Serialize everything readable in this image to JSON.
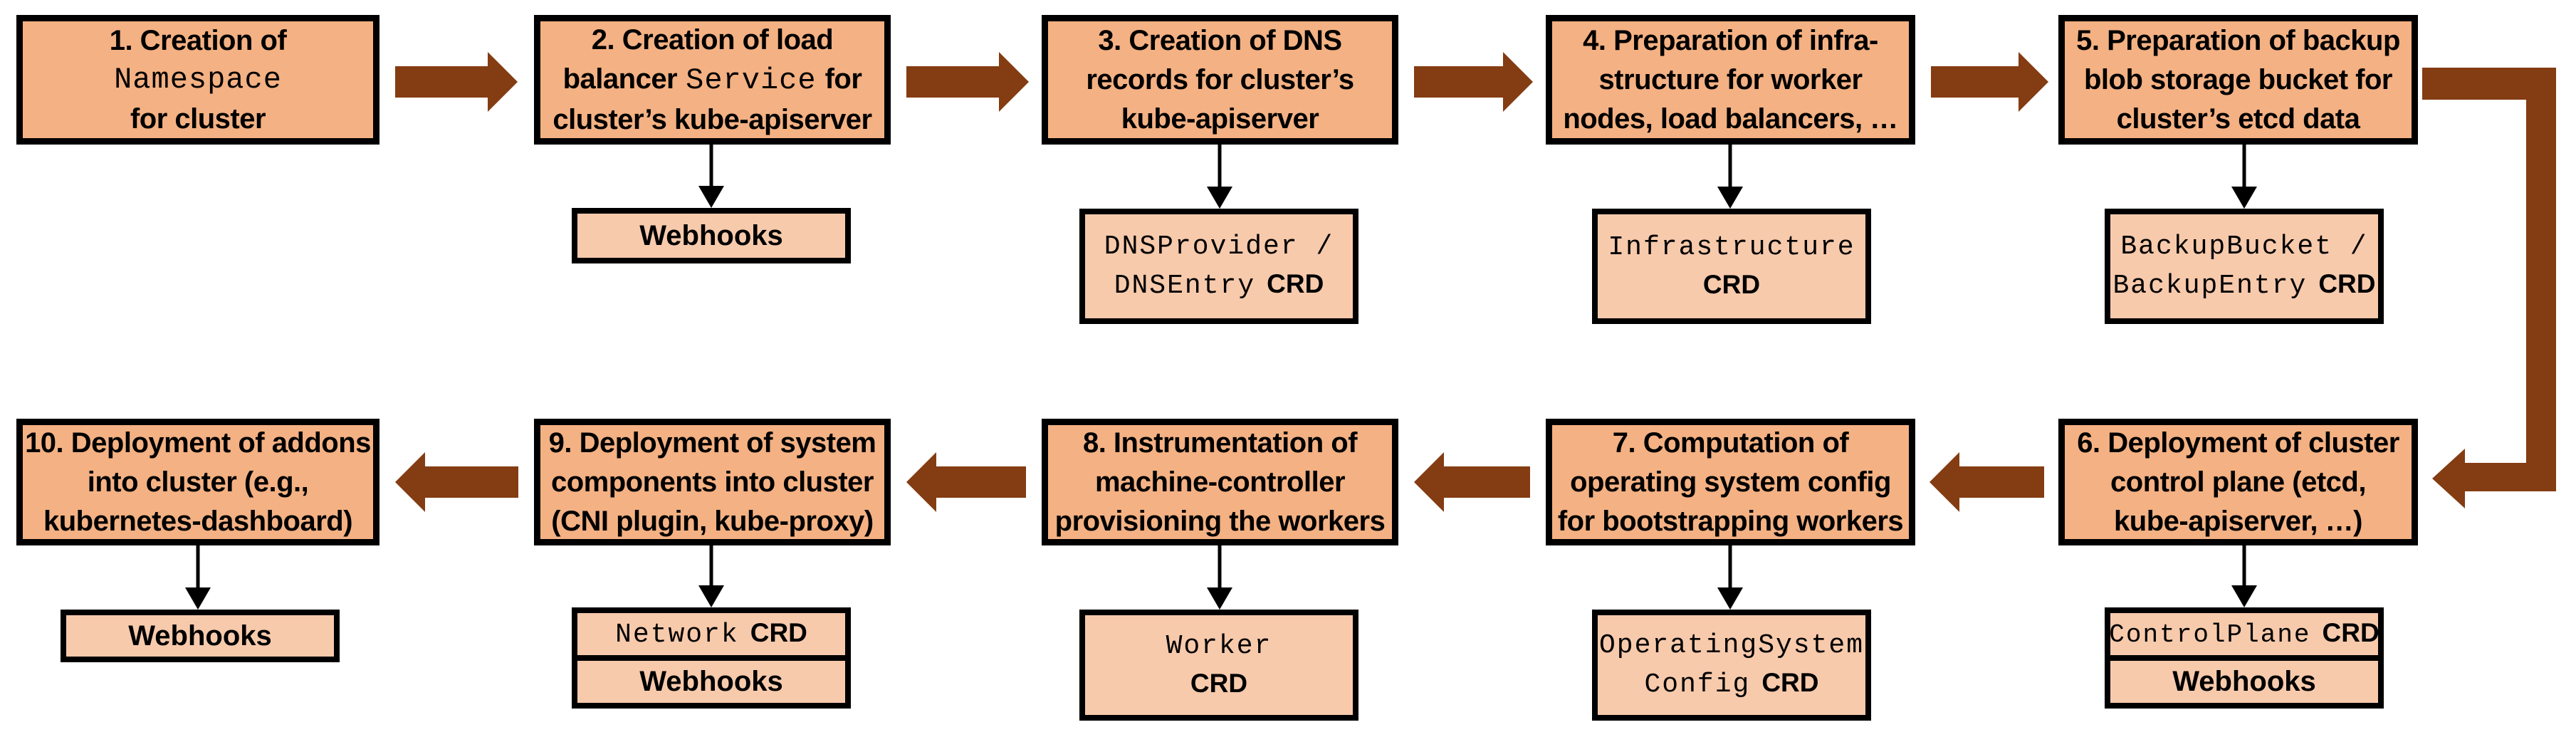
{
  "diagram_title": "Cluster reconciliation flow (steps 1-10) with extension CRDs and webhooks",
  "colors": {
    "background": "#FFFFFF",
    "box_fill": "#F4B183",
    "artifact_fill": "#F7CAAC",
    "arrow": "#843C12",
    "border": "#000000",
    "text": "#000000"
  },
  "arrows": {
    "row1_direction": "right",
    "row2_direction": "left",
    "connector_5_to_6": "elbow-right-then-down-then-left",
    "artifact_link_style": "thin-black-down-arrow"
  },
  "steps": {
    "step1": {
      "line1": "1. Creation of",
      "line2_code": "Namespace",
      "line3": "for cluster"
    },
    "step2": {
      "line1": "2. Creation of load",
      "line2_pre": "balancer",
      "line2_code": "Service",
      "line2_post": "for",
      "line3": "cluster’s kube-apiserver"
    },
    "step3": {
      "line1": "3. Creation of DNS",
      "line2": "records for cluster’s",
      "line3": "kube-apiserver"
    },
    "step4": {
      "line1": "4. Preparation of infra-",
      "line2": "structure for worker",
      "line3": "nodes, load balancers, …"
    },
    "step5": {
      "line1": "5. Preparation of backup",
      "line2": "blob storage bucket for",
      "line3": "cluster’s etcd data"
    },
    "step6": {
      "line1": "6. Deployment of cluster",
      "line2": "control plane (etcd,",
      "line3": "kube-apiserver, …)"
    },
    "step7": {
      "line1": "7. Computation of",
      "line2": "operating system config",
      "line3": "for bootstrapping workers"
    },
    "step8": {
      "line1": "8. Instrumentation of",
      "line2": "machine-controller",
      "line3": "provisioning the workers"
    },
    "step9": {
      "line1": "9. Deployment of system",
      "line2": "components into cluster",
      "line3": "(CNI plugin, kube-proxy)"
    },
    "step10": {
      "line1": "10. Deployment of addons",
      "line2": "into cluster (e.g.,",
      "line3": "kubernetes-dashboard)"
    }
  },
  "artifacts": {
    "webhooks_service": "Webhooks",
    "dns": {
      "line1": "DNSProvider /",
      "line2_code": "DNSEntry",
      "crd": "CRD"
    },
    "infrastructure": {
      "line1": "Infrastructure",
      "crd": "CRD"
    },
    "backup": {
      "line1": "BackupBucket /",
      "line2_code": "BackupEntry",
      "crd": "CRD"
    },
    "controlplane": {
      "code": "ControlPlane",
      "crd": "CRD",
      "webhooks": "Webhooks"
    },
    "osc": {
      "line1": "OperatingSystem",
      "line2_code": "Config",
      "crd": "CRD"
    },
    "worker": {
      "code": "Worker",
      "crd": "CRD"
    },
    "network": {
      "code": "Network",
      "crd": "CRD",
      "webhooks": "Webhooks"
    },
    "webhooks_addons": "Webhooks"
  }
}
